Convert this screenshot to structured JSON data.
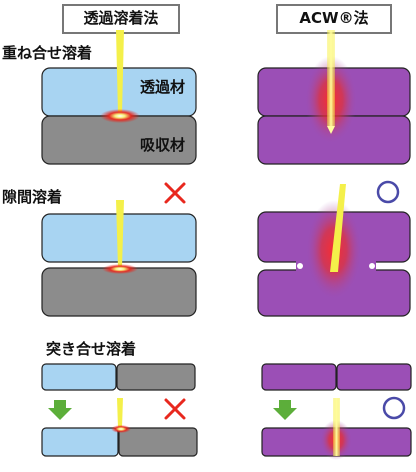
{
  "header": {
    "left_title": "透過溶着法",
    "right_title": "ACW®法"
  },
  "rows": [
    {
      "label": "重ね合せ溶着",
      "left_result": "",
      "right_result": ""
    },
    {
      "label": "隙間溶着",
      "left_result": "✕",
      "right_result": "○"
    },
    {
      "label": "突き合せ溶着",
      "left_result": "✕",
      "right_result": "○"
    }
  ],
  "materials": {
    "transmissive": "透過材",
    "absorbent": "吸収材"
  },
  "colors": {
    "transmissive_fill": "#a8d4f2",
    "absorbent_fill": "#8c8c8c",
    "acw_fill": "#9b4fb6",
    "laser": "#f4f04a",
    "heat": "#e8281e",
    "fail_mark": "#e8281e",
    "ok_mark": "#4a4aa8",
    "arrow": "#5cae3a"
  },
  "icons": {
    "fail": "cross-mark-icon",
    "ok": "circle-mark-icon",
    "step": "down-arrow-icon"
  }
}
